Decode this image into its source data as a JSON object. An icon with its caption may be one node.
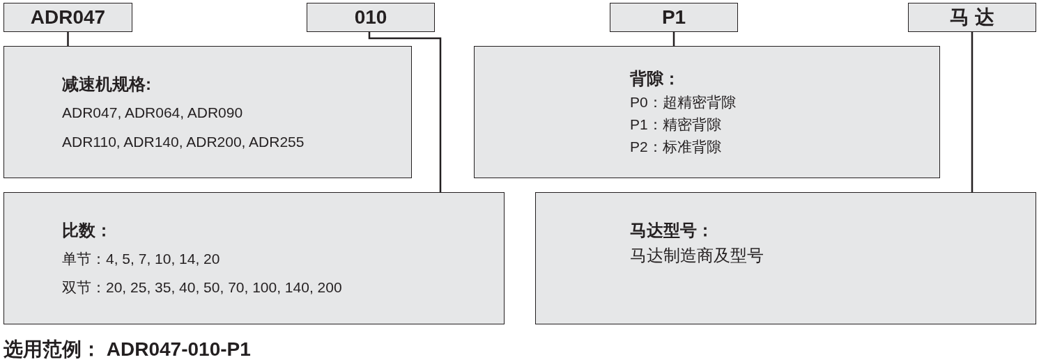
{
  "diagram": {
    "nodes": [
      {
        "text": [
          "ADR047"
        ]
      },
      {
        "text": [
          "010"
        ]
      },
      {
        "text": [
          "P1"
        ]
      },
      {
        "text": [
          "马 达"
        ]
      },
      {
        "text": [
          "减速机规格:",
          "ADR047, ADR064, ADR090",
          "ADR110, ADR140, ADR200, ADR255"
        ]
      },
      {
        "text": [
          "背隙：",
          "P0：超精密背隙",
          "P1：精密背隙",
          "P2：标准背隙"
        ]
      },
      {
        "text": [
          "比数：",
          "单节：4, 5, 7, 10, 14, 20",
          "双节：20, 25, 35, 40, 50, 70, 100, 140, 200"
        ]
      },
      {
        "text": [
          "马达型号：",
          "马达制造商及型号"
        ]
      }
    ],
    "edges": [
      {
        "from": 0,
        "to": 4,
        "arrow": "none"
      },
      {
        "from": 1,
        "to": 6,
        "arrow": "none"
      },
      {
        "from": 2,
        "to": 5,
        "arrow": "none"
      },
      {
        "from": 3,
        "to": 7,
        "arrow": "none"
      }
    ],
    "labels": [
      "选用范例： ADR047-010-P1"
    ]
  }
}
